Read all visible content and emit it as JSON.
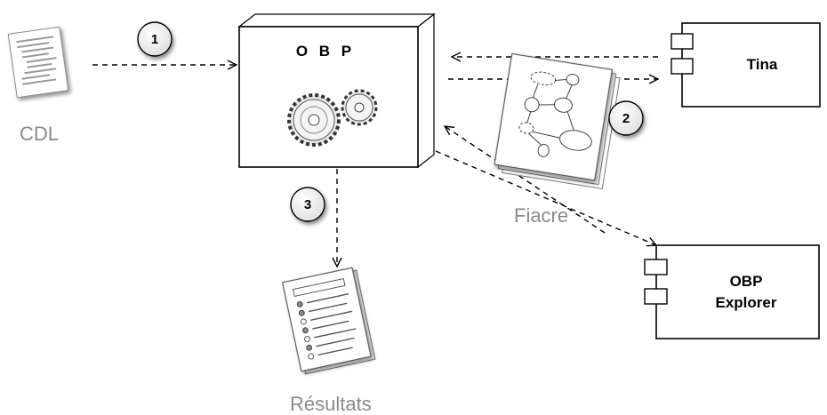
{
  "nodes": {
    "cdl": {
      "label": "CDL"
    },
    "obp": {
      "label": "O B P"
    },
    "tina": {
      "label": "Tina"
    },
    "fiacre": {
      "label": "Fiacre"
    },
    "obp_explorer": {
      "line1": "OBP",
      "line2": "Explorer"
    },
    "resultats": {
      "label": "Résultats"
    }
  },
  "steps": [
    "1",
    "2",
    "3"
  ]
}
